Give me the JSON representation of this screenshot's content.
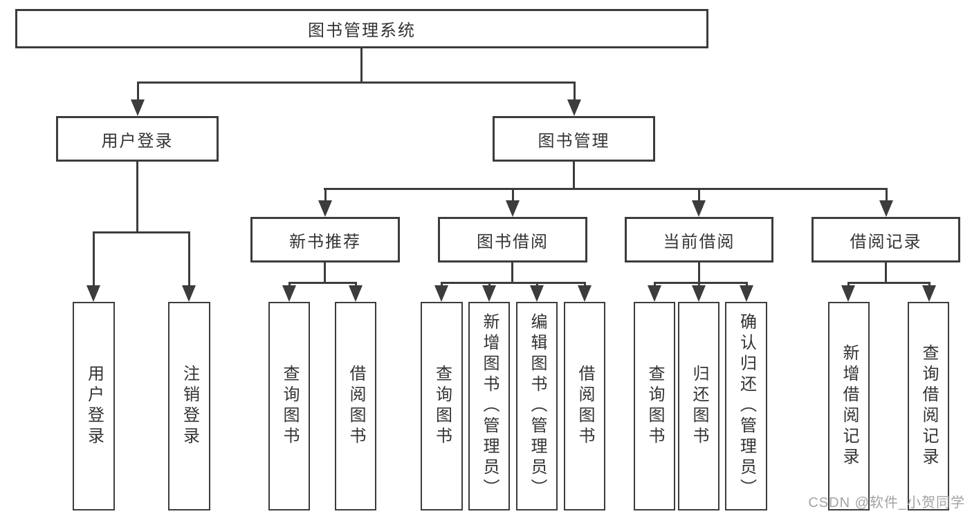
{
  "nodes": {
    "root": "图书管理系统",
    "level2": [
      "用户登录",
      "图书管理"
    ],
    "level3": [
      "新书推荐",
      "图书借阅",
      "当前借阅",
      "借阅记录"
    ],
    "leaves": [
      "用户登录",
      "注销登录",
      "查询图书",
      "借阅图书",
      "查询图书",
      "新增图书（管理员）",
      "编辑图书（管理员）",
      "借阅图书",
      "查询图书",
      "归还图书",
      "确认归还（管理员）",
      "新增借阅记录",
      "查询借阅记录"
    ]
  },
  "watermark": "CSDN @软件_小贺同学",
  "colors": {
    "line": "#3c3c3c",
    "text": "#333333",
    "watermark": "#a3a3a3",
    "background": "#ffffff"
  }
}
